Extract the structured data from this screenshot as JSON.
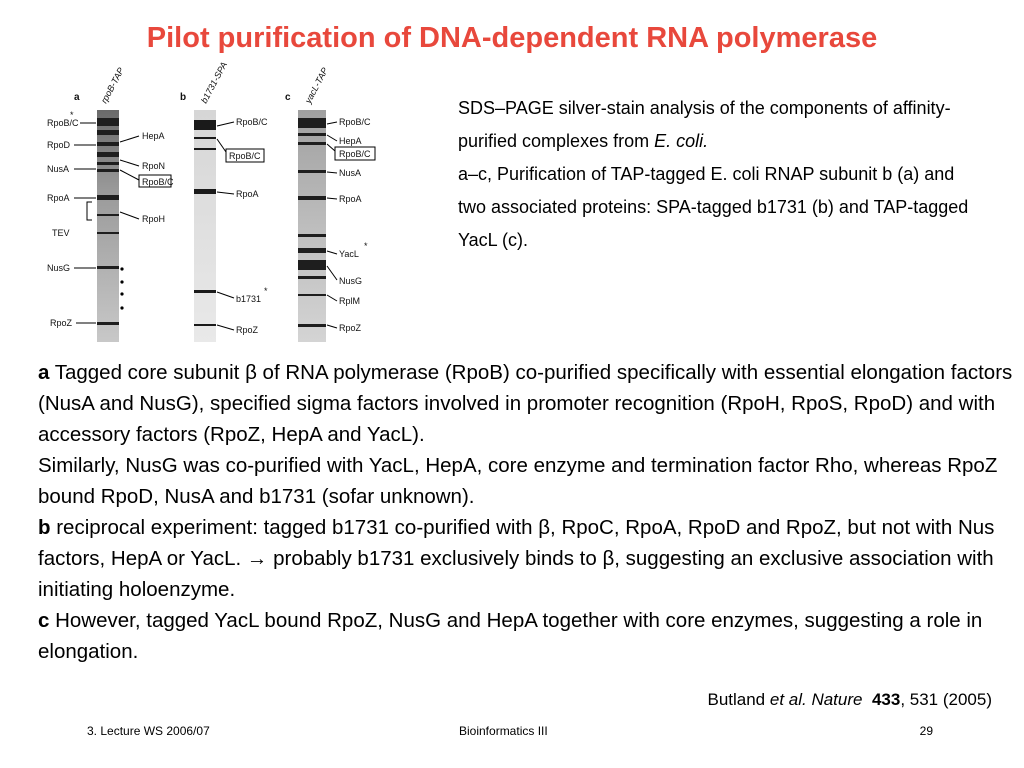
{
  "title": "Pilot purification of DNA-dependent RNA polymerase",
  "figure": {
    "panels": [
      {
        "letter": "a",
        "header": "rpoB-TAP",
        "labels": [
          "RpoB/C",
          "RpoD",
          "NusA",
          "RpoA",
          "TEV",
          "NusG",
          "RpoZ",
          "HepA",
          "RpoN",
          "RpoB/C",
          "RpoH"
        ],
        "asterisk": "*"
      },
      {
        "letter": "b",
        "header": "b1731-SPA",
        "labels": [
          "RpoB/C",
          "RpoB/C",
          "RpoA",
          "b1731",
          "RpoZ"
        ],
        "asterisk": "*"
      },
      {
        "letter": "c",
        "header": "yacL-TAP",
        "labels": [
          "RpoB/C",
          "HepA",
          "RpoB/C",
          "NusA",
          "RpoA",
          "YacL",
          "NusG",
          "RplM",
          "RpoZ"
        ],
        "asterisk": "*"
      }
    ]
  },
  "caption": {
    "line1_pre": "SDS–PAGE silver-stain analysis of the components of affinity-purified complexes from ",
    "line1_em": "E. coli.",
    "line2": "a–c, Purification of TAP-tagged E. coli RNAP subunit b (a) and two associated proteins: SPA-tagged b1731 (b) and TAP-tagged YacL (c)."
  },
  "body": {
    "p1_label": "a",
    "p1_pre": " Tagged core subunit ",
    "beta": "β",
    "p1_post": " of RNA polymerase (RpoB) co-purified specifically with essential elongation factors (NusA and NusG), specified sigma factors involved in promoter recognition (RpoH, RpoS, RpoD) and with accessory factors (RpoZ, HepA and YacL).",
    "p2": "Similarly, NusG was co-purified with YacL, HepA, core enzyme and termination factor Rho, whereas RpoZ bound RpoD, NusA and b1731 (sofar unknown).",
    "p3_label": "b",
    "p3_pre": " reciprocal experiment: tagged b1731 co-purified with ",
    "p3_mid": ", RpoC, RpoA, RpoD and RpoZ, but not with Nus factors, HepA or YacL. ",
    "arrow": "→",
    "p3_mid2": " probably b1731 exclusively binds to ",
    "p3_post": ", suggesting an exclusive association with initiating holoenzyme.",
    "p4_label": "c",
    "p4": " However, tagged YacL bound RpoZ, NusG and HepA together with core enzymes, suggesting a role in elongation."
  },
  "citation": {
    "author": "Butland ",
    "etal": "et al. Nature",
    "volume": "433",
    "pages": ", 531 (2005)"
  },
  "footer": {
    "left": "3. Lecture WS 2006/07",
    "center": "Bioinformatics III",
    "page": "29"
  }
}
